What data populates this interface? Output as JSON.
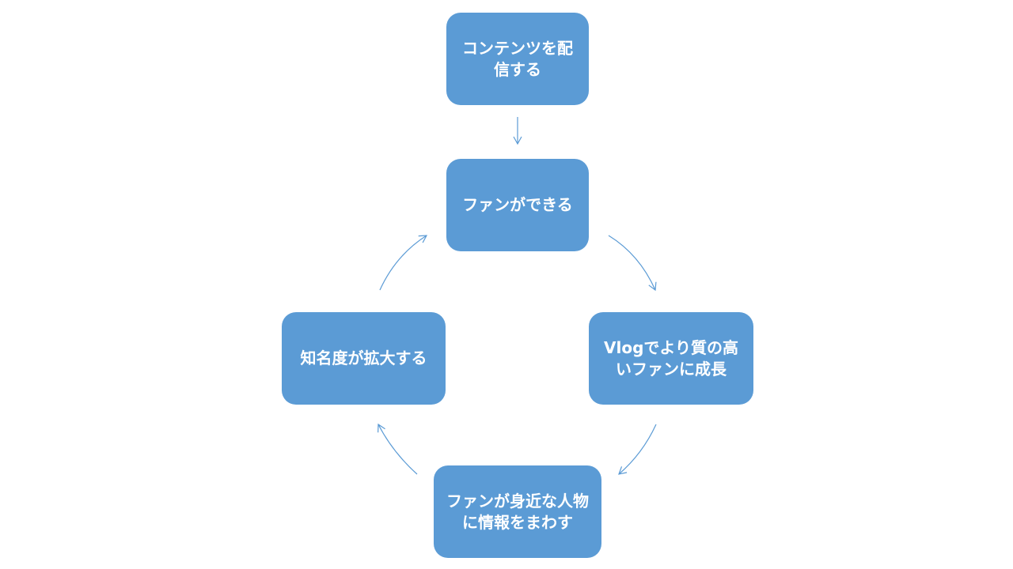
{
  "diagram": {
    "accent_color": "#5b9bd5",
    "text_color": "#ffffff",
    "nodes": [
      {
        "id": "content",
        "label": "コンテンツを配信する"
      },
      {
        "id": "fans",
        "label": "ファンができる"
      },
      {
        "id": "vlog",
        "label": "Vlogでより質の高いファンに成長"
      },
      {
        "id": "spread",
        "label": "ファンが身近な人物に情報をまわす"
      },
      {
        "id": "fame",
        "label": "知名度が拡大する"
      }
    ],
    "edges": [
      {
        "from": "content",
        "to": "fans"
      },
      {
        "from": "fans",
        "to": "vlog"
      },
      {
        "from": "vlog",
        "to": "spread"
      },
      {
        "from": "spread",
        "to": "fame"
      },
      {
        "from": "fame",
        "to": "fans"
      }
    ]
  }
}
